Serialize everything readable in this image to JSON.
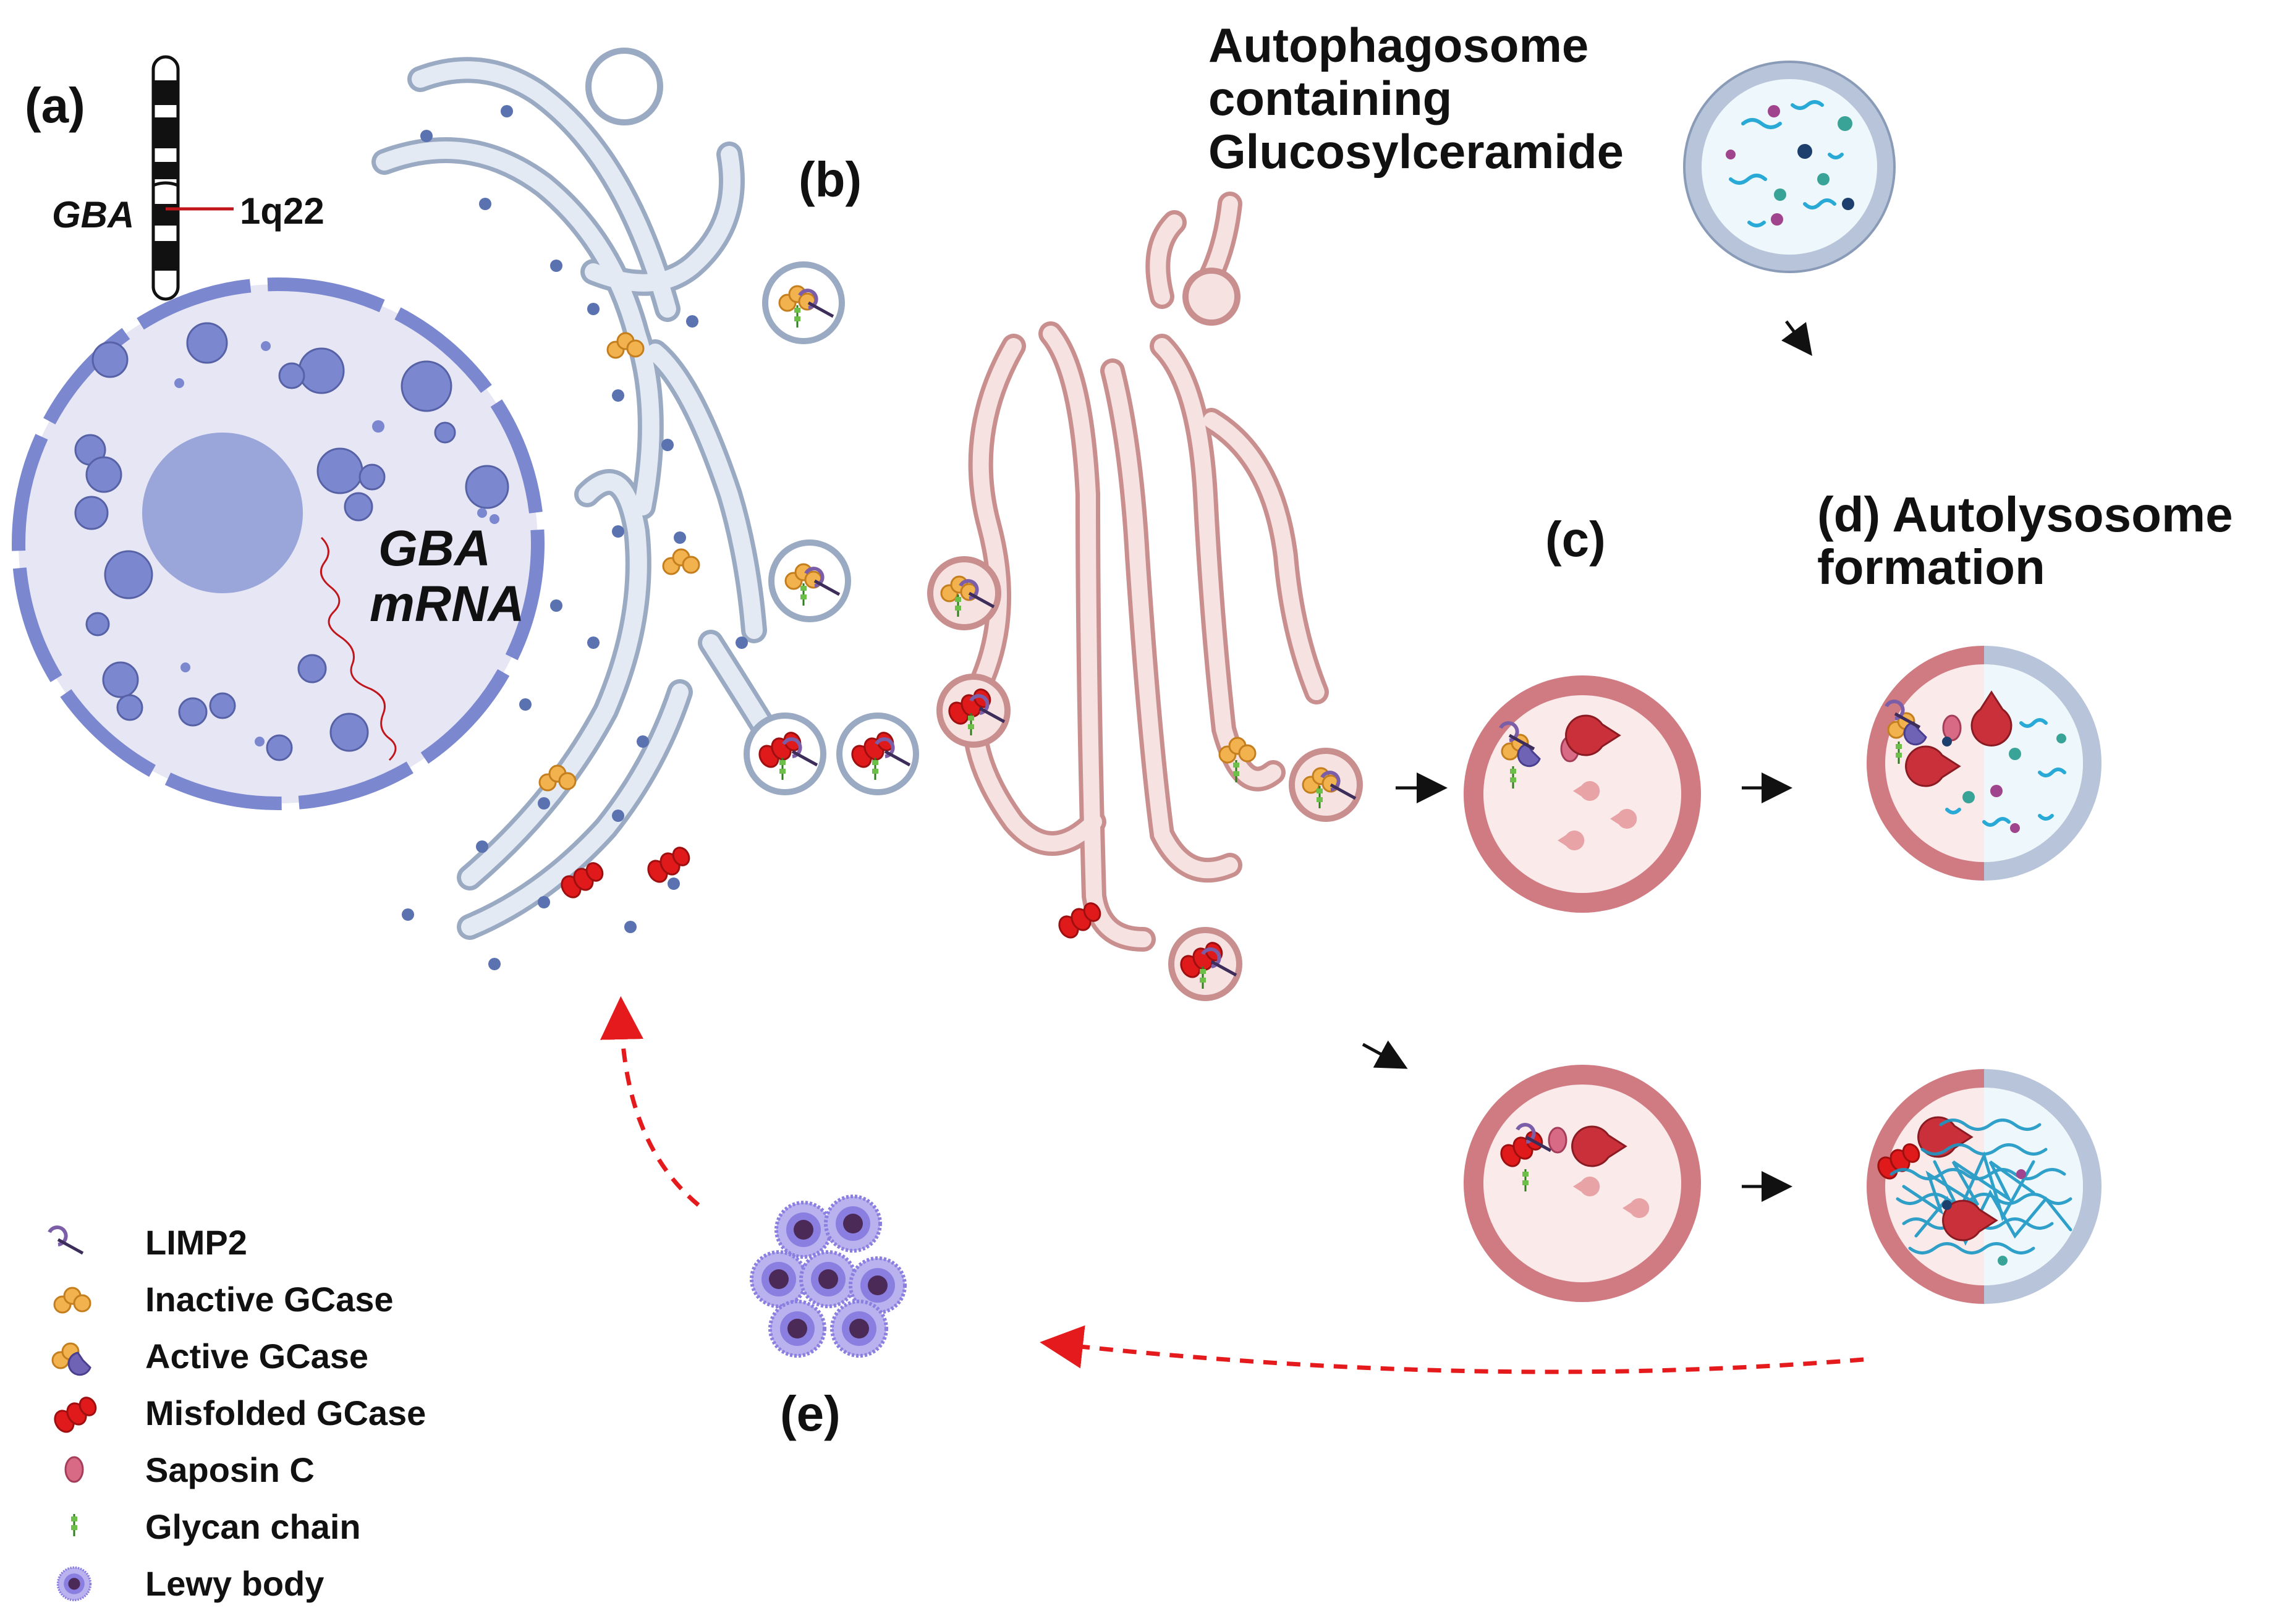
{
  "labels": {
    "a": "(a)",
    "b": "(b)",
    "c": "(c)",
    "d_line1": "(d) Autolysosome",
    "d_line2": "formation",
    "e": "(e)",
    "gene": "GBA",
    "locus": "1q22",
    "mrna_line1": "GBA",
    "mrna_line2": "mRNA",
    "autophagosome_line1": "Autophagosome",
    "autophagosome_line2": "containing",
    "autophagosome_line3": "Glucosylceramide"
  },
  "legend": [
    {
      "icon": "limp2-icon",
      "label": "LIMP2"
    },
    {
      "icon": "inactive-gcase-icon",
      "label": "Inactive GCase"
    },
    {
      "icon": "active-gcase-icon",
      "label": "Active GCase"
    },
    {
      "icon": "misfolded-gcase-icon",
      "label": "Misfolded GCase"
    },
    {
      "icon": "saposin-c-icon",
      "label": "Saposin C"
    },
    {
      "icon": "glycan-chain-icon",
      "label": "Glycan chain"
    },
    {
      "icon": "lewy-body-icon",
      "label": "Lewy body"
    }
  ],
  "colors": {
    "er_fill": "#dfe6f2",
    "er_stroke": "#9aaac3",
    "nucleus": "#7b88cf",
    "golgi_fill": "#f7e2e2",
    "golgi_stroke": "#c98f8f",
    "lysosome": "#d07b82",
    "autophagosome": "#b7c4d9",
    "inactive_gcase": "#f2b24e",
    "active_gcase": "#6e63b5",
    "misfolded_gcase": "#e0191b",
    "saposin_c": "#d96a86",
    "glycan": "#6cc04a",
    "limp2": "#7b5ea7",
    "lewy_body": "#8a7fe0",
    "substrate": "#29a9d6",
    "dashed_arrow": "#e41a1c"
  }
}
